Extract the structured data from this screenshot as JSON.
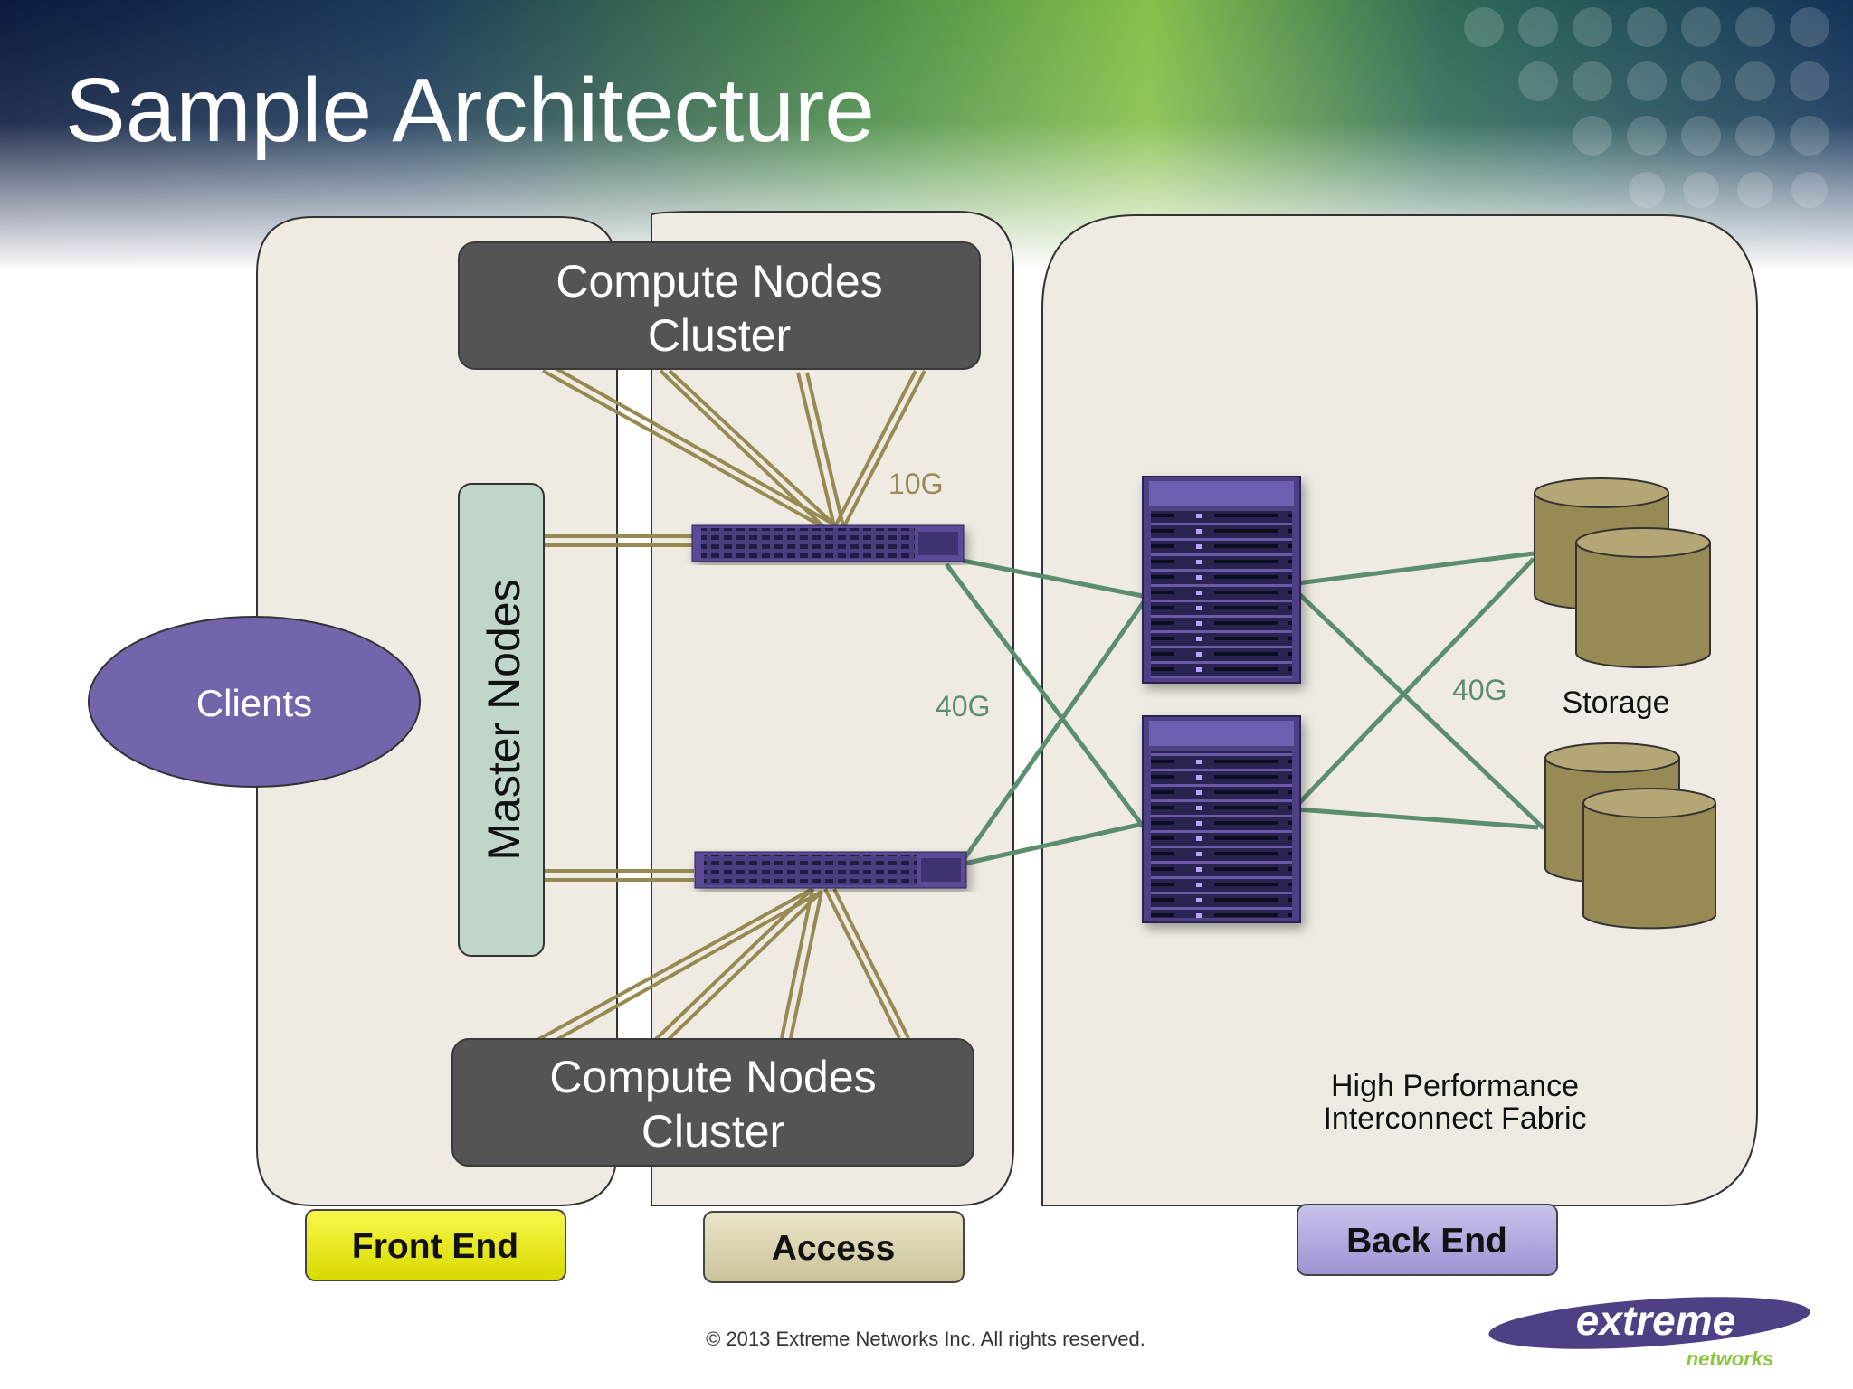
{
  "slide": {
    "title": "Sample Architecture",
    "copyright": "© 2013 Extreme Networks Inc. All rights reserved."
  },
  "diagram": {
    "compute_cluster_top": {
      "line1": "Compute Nodes",
      "line2": "Cluster"
    },
    "compute_cluster_bottom": {
      "line1": "Compute Nodes",
      "line2": "Cluster"
    },
    "master_nodes": "Master Nodes",
    "clients": "Clients",
    "link_10g": "10G",
    "link_40g_access": "40G",
    "link_40g_backend": "40G",
    "storage": "Storage",
    "fabric_line1": "High Performance",
    "fabric_line2": "Interconnect Fabric"
  },
  "zones": {
    "front_end": "Front End",
    "access": "Access",
    "back_end": "Back End"
  },
  "logo": {
    "word1": "extreme",
    "word2": "networks"
  },
  "colors": {
    "zone_fill": "#efebe2",
    "cluster_fill": "#545454",
    "master_fill": "#bfd6c9",
    "clients_fill": "#7464ab",
    "link_10g": "#968a52",
    "link_40g": "#5b8e6e",
    "storage_fill": "#978a55",
    "front_end_button": "#f0f02a",
    "access_button": "#dcd6b4",
    "back_end_button": "#b8ace0",
    "switch_purple": "#4f3f85"
  }
}
